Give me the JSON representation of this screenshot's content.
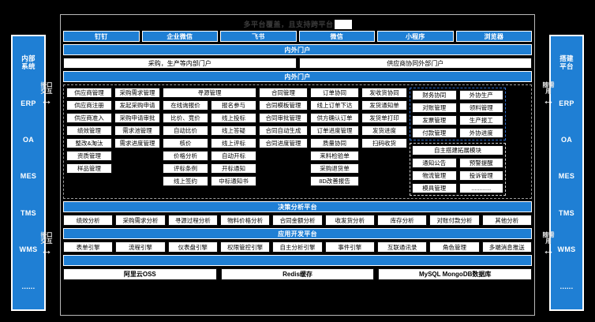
{
  "title": {
    "text": "多平台覆盖，且支持跨平台",
    "chip": ""
  },
  "channels": [
    "钉钉",
    "企业微信",
    "飞书",
    "微信",
    "小程序",
    "浏览器"
  ],
  "portal_band_1": "内外门户",
  "portals": [
    "采购，生产等内部门户",
    "供应商协同外部门户"
  ],
  "portal_band_2": "内外门户",
  "left_rail": {
    "items": [
      "内部\n系统",
      "ERP",
      "OA",
      "MES",
      "TMS",
      "WMS",
      "......"
    ]
  },
  "right_rail": {
    "items": [
      "搭建\n平台",
      "ERP",
      "OA",
      "MES",
      "TMS",
      "WMS",
      "......"
    ]
  },
  "connectors": {
    "left_top": "接口\n交互",
    "left_bottom": "接口\n交互",
    "right_top": "随需\n用",
    "right_bottom": "随需\n用"
  },
  "matrix": {
    "col_supplier": [
      "供应商管理",
      "供应商注册",
      "供应商准入",
      "绩效管理",
      "整改&淘汰",
      "资质管理",
      "样品管理"
    ],
    "col_demand": [
      "采购需求管理",
      "发起采购申请",
      "采购申请审批",
      "需求池管理",
      "需求进度管理"
    ],
    "group_sourcing": {
      "header": "寻源管理",
      "left": [
        "在线询报价",
        "比价、竞价",
        "自动比价",
        "核价",
        "价格分析",
        "评标条例",
        "线上签约"
      ],
      "right": [
        "报名参与",
        "线上投标",
        "线上答疑",
        "线上评标",
        "自动开标",
        "开标通知",
        "中标通知书"
      ]
    },
    "col_contract": [
      "合同管理",
      "合同模板管理",
      "合同审批管理",
      "合同自动生成",
      "合同进度管理"
    ],
    "col_order": [
      "订单协同",
      "线上订单下达",
      "供方确认订单",
      "订单进度管理",
      "质量协同",
      "来料检验单",
      "采购退货单",
      "8D改善报告"
    ],
    "col_delivery": [
      "发收货协同",
      "发货通知单",
      "发货单打印",
      "发货进度",
      "扫码收货"
    ],
    "col_finance": [
      "财务协同",
      "对账管理",
      "发票管理",
      "付款管理"
    ],
    "col_outsourcing": [
      "外协生产",
      "领料管理",
      "生产报工",
      "外协进度"
    ],
    "group_extend": {
      "header": "自主搭建拓展模块",
      "left": [
        "通知公告",
        "物流管理",
        "模具管理"
      ],
      "right": [
        "预警提醒",
        "投诉管理",
        "............"
      ]
    }
  },
  "decision_platform": {
    "title": "决策分析平台",
    "items": [
      "绩效分析",
      "采购需求分析",
      "寻源过程分析",
      "物料价格分析",
      "合同金额分析",
      "收发货分析",
      "库存分析",
      "对账付款分析",
      "其他分析"
    ]
  },
  "app_platform": {
    "title": "应用开发平台",
    "items": [
      "表单引擎",
      "流程引擎",
      "仪表盘引擎",
      "权限管控引擎",
      "自主分析引擎",
      "事件引擎",
      "互联通讯录",
      "角色管理",
      "多端消息推送"
    ]
  },
  "infrastructure_band": "",
  "infrastructure": [
    "阿里云OSS",
    "Redis缓存",
    "MySQL MongoDB数据库"
  ],
  "colors": {
    "accent": "#1f7fd4",
    "bg": "#000000",
    "cell_bg": "#ffffff"
  }
}
